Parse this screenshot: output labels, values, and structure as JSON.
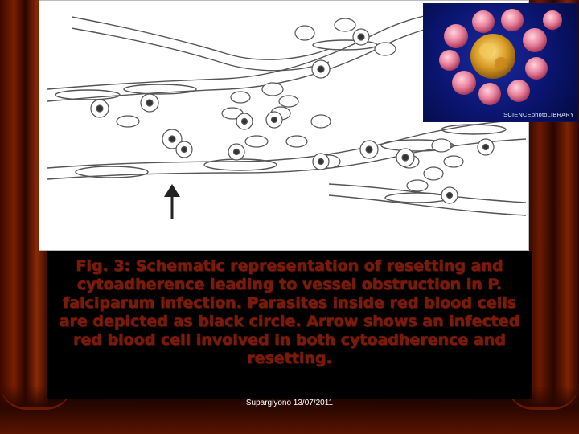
{
  "caption": "Fig. 3: Schematic representation of resetting and cytoadherence leading to vessel obstruction in P. falciparum infection. Parasites inside red blood cells are depicted as black circle. Arrow shows an infected red blood cell involved in both cytoadherence and resetting.",
  "photo_credit": "SCIENCEphotoLIBRARY",
  "footer": "Supargiyono 13/07/2011",
  "colors": {
    "caption_text": "#7a1a0a",
    "curtain": "#7a1e00",
    "photo_background": "#0a1570",
    "rbc_pink": "#e8829c"
  },
  "icons": {
    "arrow": "up-arrow-icon"
  }
}
